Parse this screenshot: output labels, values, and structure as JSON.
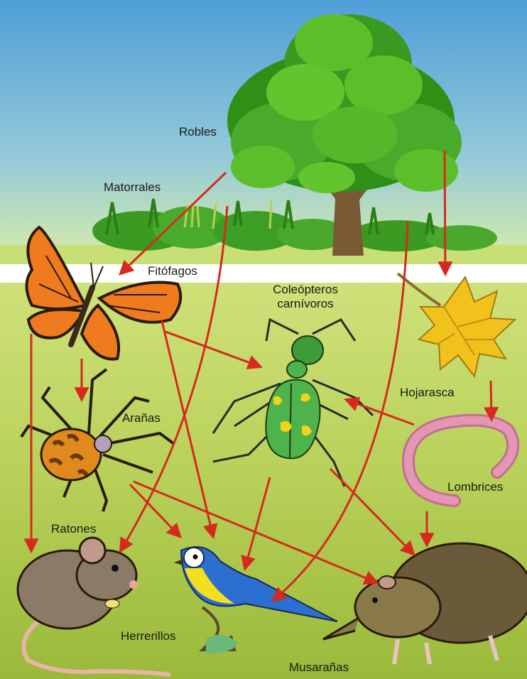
{
  "colors": {
    "sky_top": "#5da8dd",
    "sky_bottom": "#cfe6a8",
    "ground_top": "#c7dc73",
    "ground_bottom": "#9fbf3a",
    "arrow": "#d62a1e",
    "tree_green": "#5cbf2a",
    "tree_dark": "#2f8f17",
    "trunk": "#7a5a35",
    "butterfly_orange": "#f07a1e",
    "leaf_yellow": "#f2c21c",
    "worm_pink": "#e596b4",
    "beetle_green": "#4db34a",
    "bird_blue": "#2b6fd1",
    "bird_yellow": "#f4de20",
    "mouse_brown": "#8a7a66",
    "shrew_brown": "#6b5a3a"
  },
  "labels": {
    "robles": "Robles",
    "matorrales": "Matorrales",
    "fitofagos": "Fitófagos",
    "coleopteros_line1": "Coleópteros",
    "coleopteros_line2": "carnívoros",
    "hojarasca": "Hojarasca",
    "aranas": "Arañas",
    "lombrices": "Lombrices",
    "ratones": "Ratones",
    "herrerillos": "Herrerillos",
    "musaranas": "Musarañas"
  },
  "organisms": [
    {
      "id": "oak",
      "icon": "oak-tree-icon"
    },
    {
      "id": "shrubs",
      "icon": "shrubs-icon"
    },
    {
      "id": "butterfly",
      "icon": "butterfly-icon"
    },
    {
      "id": "leaf",
      "icon": "leaf-litter-icon"
    },
    {
      "id": "beetle",
      "icon": "beetle-icon"
    },
    {
      "id": "spider",
      "icon": "spider-icon"
    },
    {
      "id": "earthworm",
      "icon": "earthworm-icon"
    },
    {
      "id": "mouse",
      "icon": "mouse-icon"
    },
    {
      "id": "bird",
      "icon": "blue-tit-icon"
    },
    {
      "id": "shrew",
      "icon": "shrew-icon"
    }
  ],
  "links": [
    {
      "from": "robles",
      "to": "fitofagos"
    },
    {
      "from": "robles",
      "to": "hojarasca"
    },
    {
      "from": "robles",
      "to": "ratones"
    },
    {
      "from": "robles",
      "to": "herrerillos"
    },
    {
      "from": "matorrales",
      "to": "musaranas"
    },
    {
      "from": "fitofagos",
      "to": "aranas"
    },
    {
      "from": "fitofagos",
      "to": "ratones"
    },
    {
      "from": "fitofagos",
      "to": "coleopteros"
    },
    {
      "from": "fitofagos",
      "to": "herrerillos"
    },
    {
      "from": "hojarasca",
      "to": "lombrices"
    },
    {
      "from": "lombrices",
      "to": "coleopteros"
    },
    {
      "from": "lombrices",
      "to": "musaranas"
    },
    {
      "from": "aranas",
      "to": "herrerillos"
    },
    {
      "from": "aranas",
      "to": "musaranas"
    },
    {
      "from": "coleopteros",
      "to": "herrerillos"
    },
    {
      "from": "coleopteros",
      "to": "musaranas"
    }
  ]
}
